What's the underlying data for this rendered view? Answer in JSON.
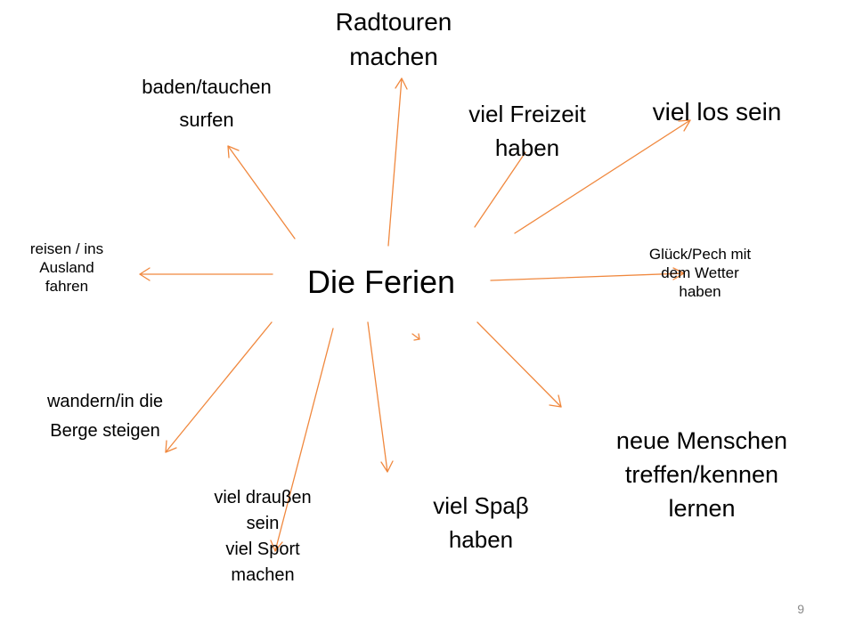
{
  "center": "Die Ferien",
  "accent_color": "#f0883e",
  "nodes": {
    "radtouren": [
      "Radtouren",
      "machen"
    ],
    "baden": [
      "baden/tauchen",
      "surfen"
    ],
    "freizeit": [
      "viel Freizeit",
      "haben"
    ],
    "los": [
      "viel los sein"
    ],
    "reisen": [
      "reisen / ins",
      "Ausland",
      "fahren"
    ],
    "glueck": [
      "Glück/Pech mit",
      "dem Wetter",
      "haben"
    ],
    "wandern": [
      "wandern/in die",
      "Berge steigen"
    ],
    "menschen": [
      "neue Menschen",
      "treffen/kennen",
      "lernen"
    ],
    "draussen": [
      "viel drauβen",
      "sein",
      "viel Sport",
      "machen"
    ],
    "spass": [
      "viel Spaβ",
      "haben"
    ]
  },
  "page_number": "9"
}
